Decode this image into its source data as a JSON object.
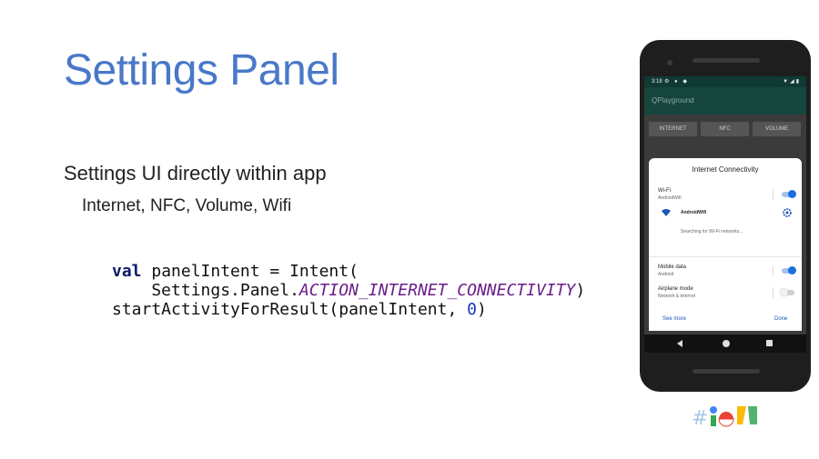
{
  "slide": {
    "title": "Settings Panel",
    "bullet_1": "Settings UI directly within app",
    "bullet_2": "Internet, NFC, Volume, Wifi"
  },
  "code": {
    "line1_kw": "val",
    "line1_rest": " panelIntent = Intent(",
    "line2_prefix": "    Settings.Panel.",
    "line2_const": "ACTION_INTERNET_CONNECTIVITY",
    "line2_suffix": ")",
    "line3_prefix": "startActivityForResult(panelIntent, ",
    "line3_num": "0",
    "line3_suffix": ")"
  },
  "phone": {
    "status": {
      "time": "3:18"
    },
    "app_title": "QPlayground",
    "buttons": [
      "INTERNET",
      "NFC",
      "VOLUME"
    ],
    "panel": {
      "title": "Internet Connectivity",
      "wifi": {
        "title": "Wi-Fi",
        "subtitle": "AndroidWifi",
        "enabled": true
      },
      "network": {
        "name": "AndroidWifi",
        "searching": "Searching for Wi-Fi networks..."
      },
      "mobile": {
        "title": "Mobile data",
        "subtitle": "Android",
        "enabled": true
      },
      "airplane": {
        "title": "Airplane mode",
        "subtitle": "Network & internet",
        "enabled": false
      },
      "see_more": "See more",
      "done": "Done"
    }
  },
  "colors": {
    "title_blue": "#4a78c8",
    "toggle_on": "#1a6ee0",
    "app_green": "#16453d"
  },
  "icons": [
    "wifi-icon",
    "gear-icon",
    "back-icon",
    "home-icon",
    "recents-icon",
    "google-io-logo"
  ]
}
